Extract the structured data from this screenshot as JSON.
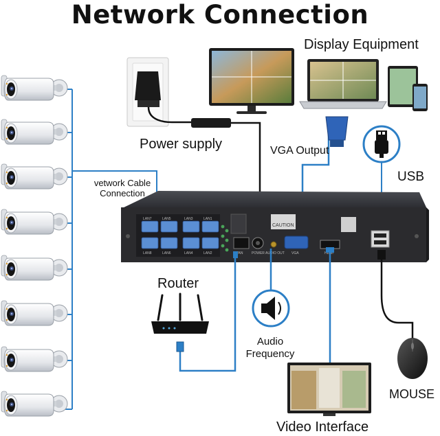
{
  "title": "Network Connection",
  "labels": {
    "display_equipment": "Display Equipment",
    "power_supply": "Power supply",
    "vga_output": "VGA Output",
    "usb": "USB",
    "network_cable_line1": "vetwork Cable",
    "network_cable_line2": "Connection",
    "router": "Router",
    "audio_line1": "Audio",
    "audio_line2": "Frequency",
    "mouse": "MOUSE",
    "video_interface": "Video Interface"
  },
  "nvr": {
    "caution_text": "CAUTION",
    "port_labels": [
      "LAN7",
      "LAN5",
      "LAN3",
      "LAN1",
      "LAN8",
      "LAN6",
      "LAN4",
      "LAN2"
    ],
    "rear_labels": [
      "WAN",
      "POWER",
      "AUDIO OUT",
      "VGA",
      "HDMI"
    ]
  },
  "icons": {
    "speaker": "speaker-icon",
    "usb_plug": "usb-plug-icon",
    "camera": "bullet-camera-icon",
    "router": "router-icon",
    "monitor": "monitor-icon",
    "mouse": "mouse-icon",
    "power_adapter": "power-adapter-icon"
  },
  "colors": {
    "cable": "#2c7fc6",
    "text": "#111111",
    "nvr_body": "#2b2b2e",
    "port": "#5b8fd4",
    "black_cable": "#111111"
  },
  "camera_count": 8
}
